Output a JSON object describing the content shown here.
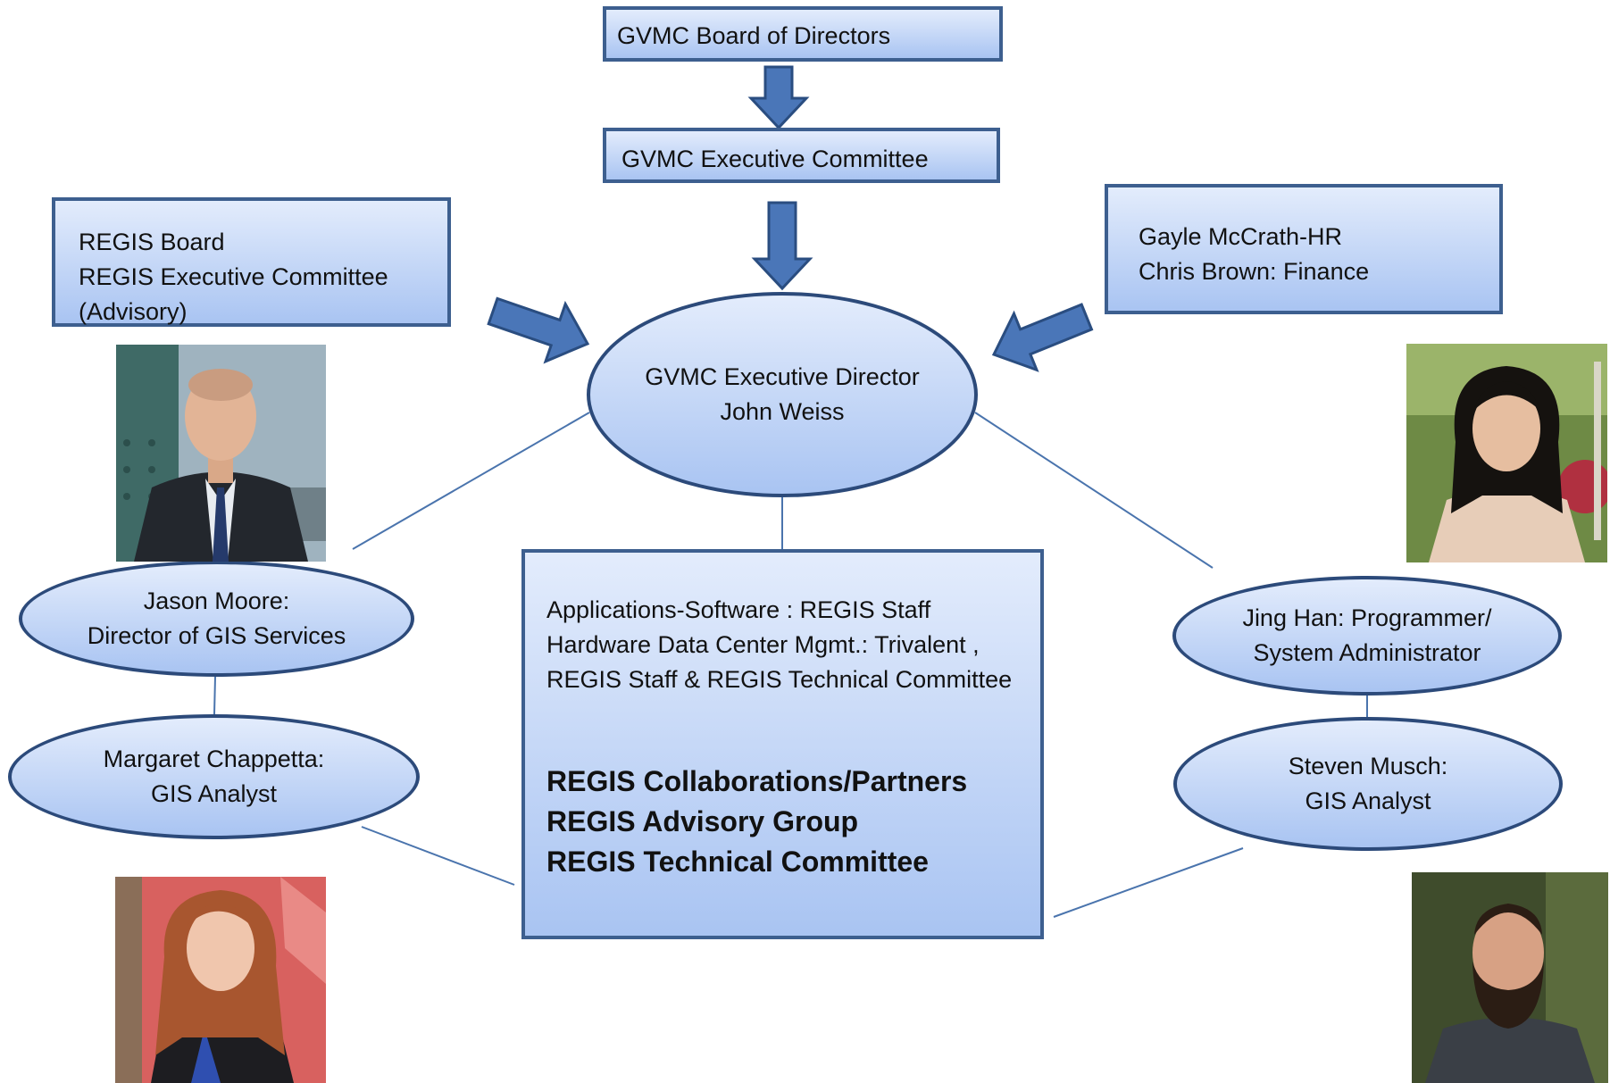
{
  "board_of_directors": "GVMC Board of Directors",
  "executive_committee": "GVMC Executive Committee",
  "regis_box": {
    "line1": "REGIS Board",
    "line2": "REGIS Executive Committee",
    "line3": "(Advisory)"
  },
  "support_box": {
    "line1": "Gayle McCrath-HR",
    "line2": "Chris Brown: Finance"
  },
  "executive_director": {
    "line1": "GVMC Executive Director",
    "line2": "John Weiss"
  },
  "jason": {
    "line1": "Jason Moore:",
    "line2": "Director of  GIS Services"
  },
  "margaret": {
    "line1": "Margaret Chappetta:",
    "line2": "GIS Analyst"
  },
  "jing": {
    "line1": "Jing Han: Programmer/",
    "line2": "System Administrator"
  },
  "steven": {
    "line1": "Steven Musch:",
    "line2": "GIS Analyst"
  },
  "center_box": {
    "line1": "Applications-Software : REGIS Staff",
    "line2": "Hardware Data Center Mgmt.: Trivalent ,",
    "line3": "REGIS Staff & REGIS Technical Committee",
    "bold1": "REGIS Collaborations/Partners",
    "bold2": "REGIS Advisory Group",
    "bold3": "REGIS Technical Committee"
  },
  "colors": {
    "box_border": "#3d5f8f",
    "fill_top": "#e3ecfc",
    "fill_bottom": "#a9c4f2",
    "arrow_fill": "#4a76b8",
    "arrow_border": "#2a4d80",
    "connector": "#4a74ad"
  }
}
